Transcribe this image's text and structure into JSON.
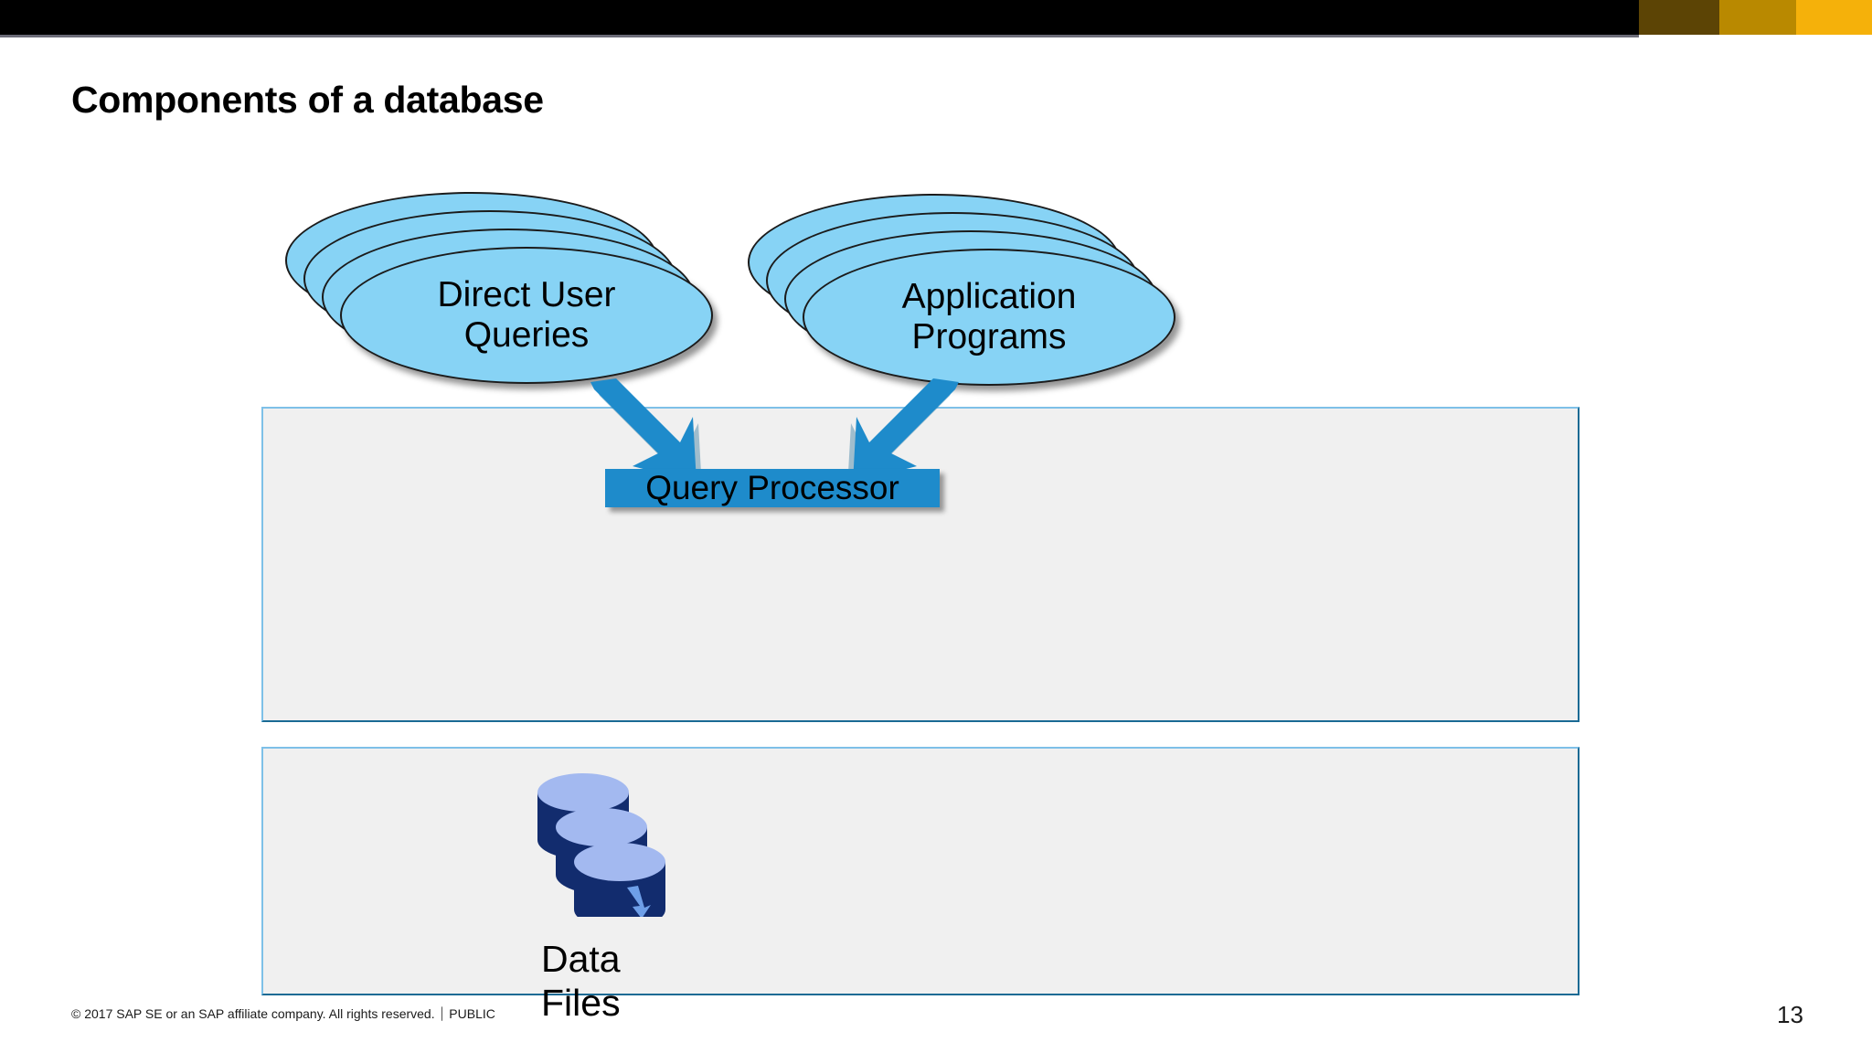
{
  "slide": {
    "title": "Components of a database",
    "page_number": "13",
    "copyright": "© 2017 SAP SE or an SAP affiliate company. All rights reserved.  ⏐  PUBLIC"
  },
  "theme": {
    "top_bar_bg": "#000000",
    "accent_dark": "#5C4405",
    "accent_mid": "#B98900",
    "accent_light": "#F5B10A",
    "panel_bg": "#F0F0F0",
    "panel_border_light": "#7EC0E8",
    "panel_border_dark": "#1A6A94",
    "cloud_fill": "#87D3F5",
    "arrow_fill": "#1E8BCB",
    "processor_fill": "#1E8BCB",
    "cylinder_body": "#122C6E",
    "cylinder_top": "#A3B9F0"
  },
  "diagram": {
    "sources": [
      {
        "id": "direct-user-queries",
        "line1": "Direct User",
        "line2": "Queries",
        "icon": "cloud-stack-icon"
      },
      {
        "id": "application-programs",
        "line1": "Application",
        "line2": "Programs",
        "icon": "cloud-stack-icon"
      }
    ],
    "arrows": [
      {
        "id": "arrow-left",
        "icon": "arrow-down-right-icon"
      },
      {
        "id": "arrow-right",
        "icon": "arrow-down-left-icon"
      }
    ],
    "query_processor": {
      "label": "Query Processor"
    },
    "panels": [
      {
        "id": "query-processing",
        "label": ""
      },
      {
        "id": "data-storage",
        "label": ""
      }
    ],
    "data_files": {
      "line1": "Data",
      "line2": "Files",
      "icon": "database-stack-icon"
    }
  }
}
